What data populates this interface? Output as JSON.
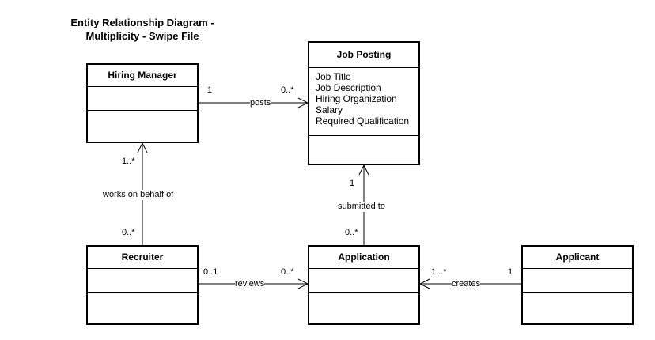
{
  "title": {
    "line1": "Entity Relationship Diagram -",
    "line2": "Multiplicity - Swipe File"
  },
  "entities": {
    "hiring_manager": {
      "name": "Hiring Manager"
    },
    "job_posting": {
      "name": "Job Posting",
      "attributes": [
        "Job Title",
        "Job Description",
        "Hiring Organization",
        "Salary",
        "Required Qualification"
      ]
    },
    "recruiter": {
      "name": "Recruiter"
    },
    "application": {
      "name": "Application"
    },
    "applicant": {
      "name": "Applicant"
    }
  },
  "relationships": {
    "posts": {
      "label": "posts",
      "from_mult": "1",
      "to_mult": "0..*"
    },
    "works_on_behalf_of": {
      "label": "works on behalf of",
      "from_mult": "0..*",
      "to_mult": "1..*"
    },
    "submitted_to": {
      "label": "submitted to",
      "from_mult": "0..*",
      "to_mult": "1"
    },
    "reviews": {
      "label": "reviews",
      "from_mult": "0..1",
      "to_mult": "0..*"
    },
    "creates": {
      "label": "creates",
      "from_mult": "1",
      "to_mult": "1...*"
    }
  }
}
